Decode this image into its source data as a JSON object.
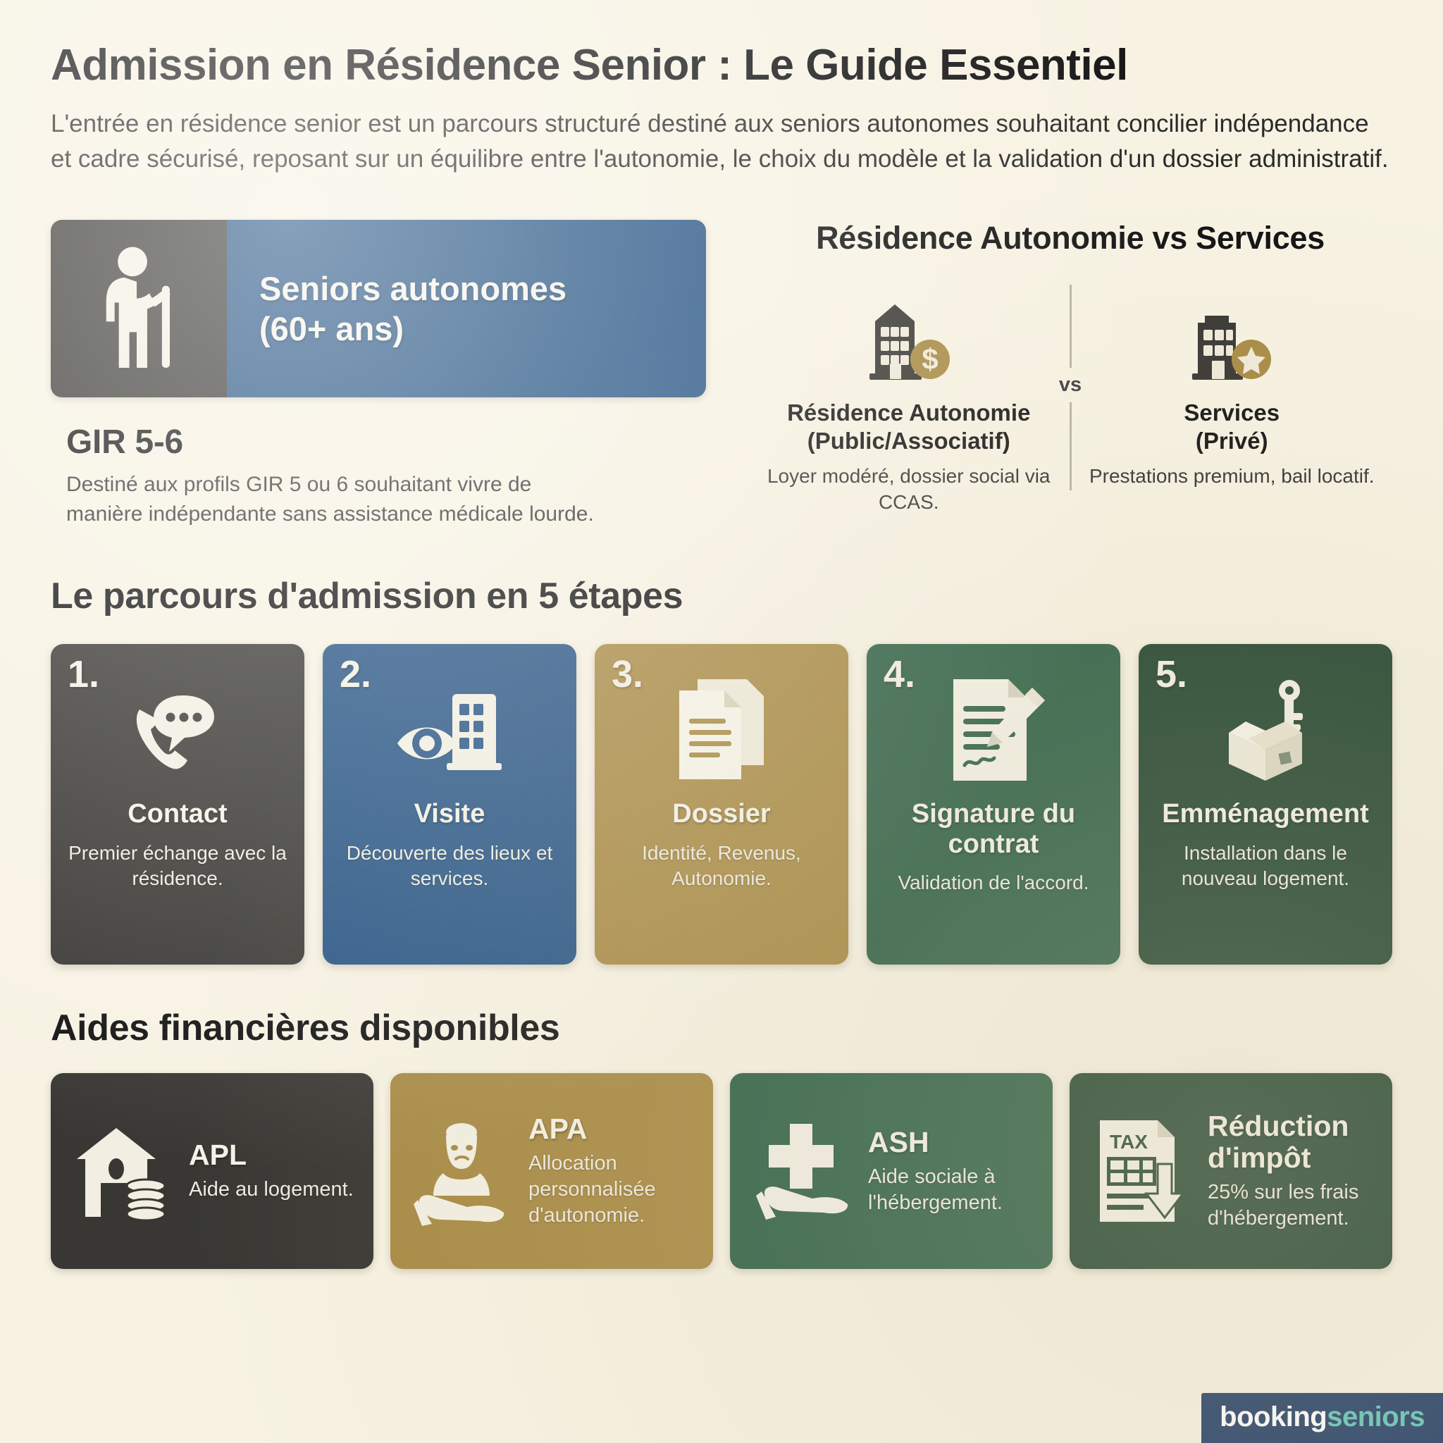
{
  "theme": {
    "background": "#f7f2e2",
    "dark": "#383733",
    "blue": "#255383",
    "gold": "#a88a44",
    "green": "#2f6146",
    "green_dark": "#23452f",
    "ink": "#131313",
    "logo_blue": "#1e3a63",
    "logo_teal": "#5fc4b8"
  },
  "header": {
    "title": "Admission en Résidence Senior : Le Guide Essentiel",
    "subtitle": "L'entrée en résidence senior est un parcours structuré destiné aux seniors autonomes souhaitant concilier indépendance et cadre sécurisé, reposant sur un équilibre entre l'autonomie, le choix du modèle et la validation d'un dossier administratif."
  },
  "profile": {
    "banner_icon": "elderly-person-with-cane-icon",
    "banner_line1": "Seniors autonomes",
    "banner_line2": "(60+ ans)",
    "gir_title": "GIR 5-6",
    "gir_desc": "Destiné aux profils GIR 5 ou 6 souhaitant vivre de manière indépendante sans assistance médicale lourde."
  },
  "comparison": {
    "title": "Résidence Autonomie vs Services",
    "vs_label": "vs",
    "options": [
      {
        "icon": "building-with-coin-icon",
        "name_line1": "Résidence Autonomie",
        "name_line2": "(Public/Associatif)",
        "desc": "Loyer modéré, dossier social via CCAS."
      },
      {
        "icon": "building-with-star-icon",
        "name_line1": "Services",
        "name_line2": "(Privé)",
        "desc": "Prestations premium, bail locatif."
      }
    ]
  },
  "steps_section": {
    "title": "Le parcours d'admission en 5 étapes",
    "steps": [
      {
        "number": "1.",
        "icon": "phone-chat-icon",
        "label": "Contact",
        "desc": "Premier échange avec la résidence.",
        "color": "#383733"
      },
      {
        "number": "2.",
        "icon": "eye-building-icon",
        "label": "Visite",
        "desc": "Découverte des lieux et services.",
        "color": "#255383"
      },
      {
        "number": "3.",
        "icon": "documents-icon",
        "label": "Dossier",
        "desc": "Identité, Revenus, Autonomie.",
        "color": "#a88a44"
      },
      {
        "number": "4.",
        "icon": "contract-signature-icon",
        "label": "Signature du contrat",
        "desc": "Validation de l'accord.",
        "color": "#2f6146"
      },
      {
        "number": "5.",
        "icon": "open-box-with-key-icon",
        "label": "Emménagement",
        "desc": "Installation dans le nouveau logement.",
        "color": "#23452f"
      }
    ]
  },
  "aids_section": {
    "title": "Aides financières disponibles",
    "aids": [
      {
        "icon": "house-with-coins-icon",
        "name": "APL",
        "desc": "Aide au logement.",
        "color": "#383733"
      },
      {
        "icon": "senior-in-hand-icon",
        "name": "APA",
        "desc": "Allocation personnalisée d'autonomie.",
        "color": "#a88a44"
      },
      {
        "icon": "cross-in-hand-icon",
        "name": "ASH",
        "desc": "Aide sociale à l'hébergement.",
        "color": "#2f6146"
      },
      {
        "icon": "tax-document-arrow-icon",
        "name": "Réduction d'impôt",
        "desc": "25% sur les frais d'hébergement.",
        "color": "#23452f",
        "tax_label": "TAX"
      }
    ]
  },
  "logo": {
    "part_a": "booking",
    "part_b": "seniors"
  }
}
